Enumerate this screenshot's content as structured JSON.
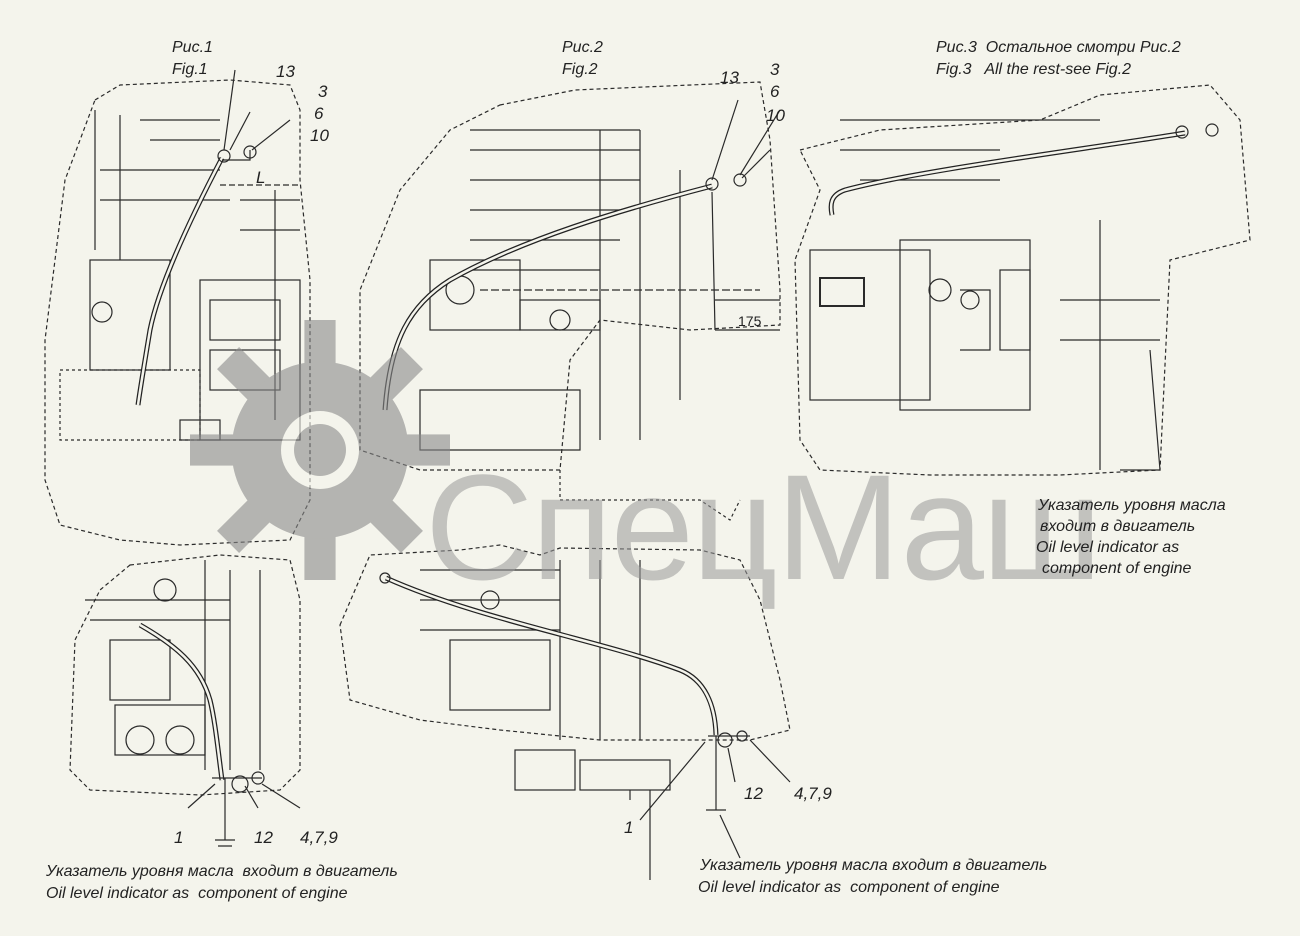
{
  "figures": {
    "fig1": {
      "title_ru": "Рис.1",
      "title_en": "Fig.1"
    },
    "fig2": {
      "title_ru": "Рис.2",
      "title_en": "Fig.2"
    },
    "fig3": {
      "title_ru": "Рис.3  Остальное смотри Рис.2",
      "title_en": "Fig.3   All the rest-see Fig.2"
    }
  },
  "callouts": {
    "fig1": {
      "c13": "13",
      "c3": "3",
      "c6": "6",
      "c10": "10",
      "dimL": "L"
    },
    "fig2": {
      "c13": "13",
      "c3": "3",
      "c6": "6",
      "c10": "10",
      "dim175": "175"
    },
    "bottom_left": {
      "c1": "1",
      "c12": "12",
      "c479": "4,7,9"
    },
    "bottom_mid": {
      "c12": "12",
      "c479": "4,7,9",
      "c1": "1"
    }
  },
  "notes": {
    "fig3_ru_1": "Указатель уровня масла",
    "fig3_ru_2": "входит в двигатель",
    "fig3_en_1": "Oil level indicator as",
    "fig3_en_2": "component of engine",
    "bl_ru": "Указатель уровня масла  входит в двигатель",
    "bl_en": "Oil level indicator as  component of engine",
    "bm_ru": "Указатель уровня масла входит в двигатель",
    "bm_en": "Oil level indicator as  component of engine"
  },
  "watermark": {
    "text": "СпецМаш",
    "color": "#9a9a9a"
  },
  "colors": {
    "line": "#2a2a2a",
    "paper": "#f4f4ec",
    "watermark": "#9a9a9a"
  },
  "icons": {
    "gear": "gear-icon"
  }
}
